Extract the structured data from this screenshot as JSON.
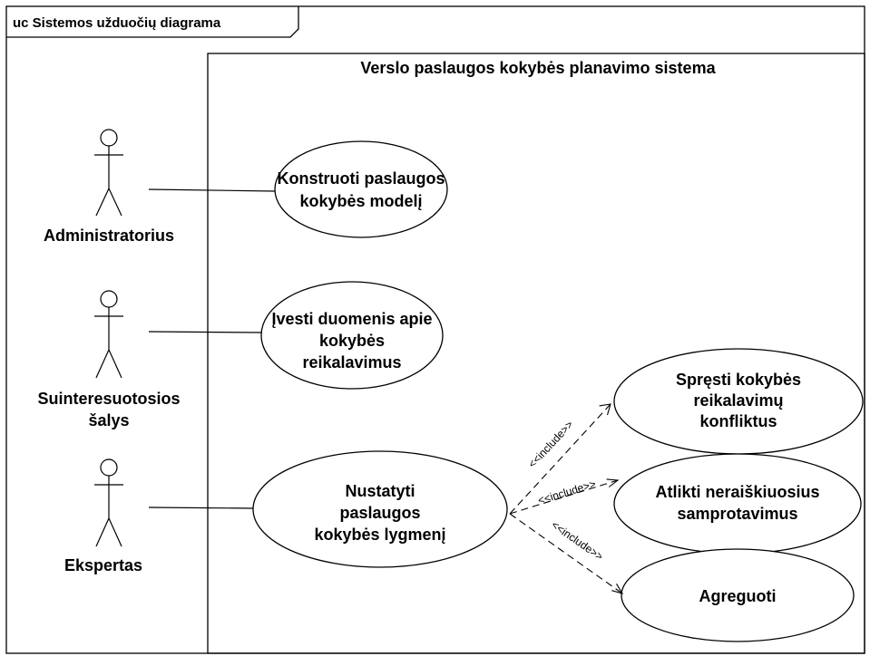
{
  "frame": {
    "title": "uc Sistemos užduočių diagrama"
  },
  "system": {
    "title": "Verslo paslaugos kokybės planavimo sistema"
  },
  "actors": [
    {
      "id": "administratorius",
      "label_lines": [
        "Administratorius"
      ]
    },
    {
      "id": "suinteresuotosios-salys",
      "label_lines": [
        "Suinteresuotosios",
        "šalys"
      ]
    },
    {
      "id": "ekspertas",
      "label_lines": [
        "Ekspertas"
      ]
    }
  ],
  "use_cases": [
    {
      "id": "konstruoti",
      "lines": [
        "Konstruoti paslaugos",
        "kokybės modelį"
      ]
    },
    {
      "id": "ivesti",
      "lines": [
        "Įvesti duomenis apie",
        "kokybės",
        "reikalavimus"
      ]
    },
    {
      "id": "nustatyti",
      "lines": [
        "Nustatyti",
        "paslaugos",
        "kokybės lygmenį"
      ]
    },
    {
      "id": "spresti",
      "lines": [
        "Spręsti kokybės",
        "reikalavimų",
        "konfliktus"
      ]
    },
    {
      "id": "atlikti",
      "lines": [
        "Atlikti neraiškiuosius",
        "samprotavimus"
      ]
    },
    {
      "id": "agreguoti",
      "lines": [
        "Agreguoti"
      ]
    }
  ],
  "associations": [
    {
      "actor": "administratorius",
      "use_case": "konstruoti"
    },
    {
      "actor": "suinteresuotosios-salys",
      "use_case": "ivesti"
    },
    {
      "actor": "ekspertas",
      "use_case": "nustatyti"
    }
  ],
  "includes": [
    {
      "from": "nustatyti",
      "to": "spresti",
      "label": "<<include>>"
    },
    {
      "from": "nustatyti",
      "to": "atlikti",
      "label": "<<include>>"
    },
    {
      "from": "nustatyti",
      "to": "agreguoti",
      "label": "<<include>>"
    }
  ],
  "colors": {
    "stroke": "#000000",
    "background": "#ffffff"
  }
}
